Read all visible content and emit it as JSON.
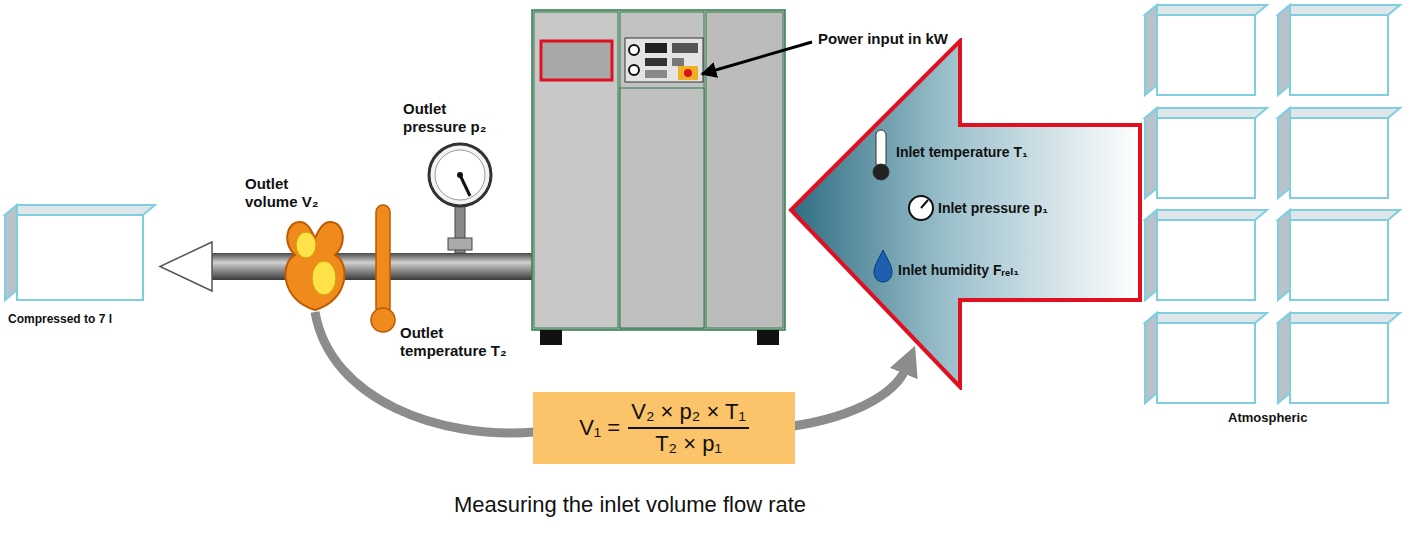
{
  "diagram": {
    "caption": "Measuring the inlet volume flow rate",
    "nodes": [
      {
        "text": [
          "Inlet temperature T₁",
          "Inlet pressure p₁",
          "Inlet humidity Fᵣₑₗ₁"
        ]
      },
      {
        "text": [
          "V₁ =",
          "V₂ × p₂ × T₁",
          "T₂ × p₁"
        ]
      }
    ],
    "labels": [
      "Power input in kW",
      "Outlet pressure p₂",
      "Outlet volume V₂",
      "Outlet temperature T₂",
      "Compressed to 7 l",
      "Atmospheric"
    ]
  }
}
